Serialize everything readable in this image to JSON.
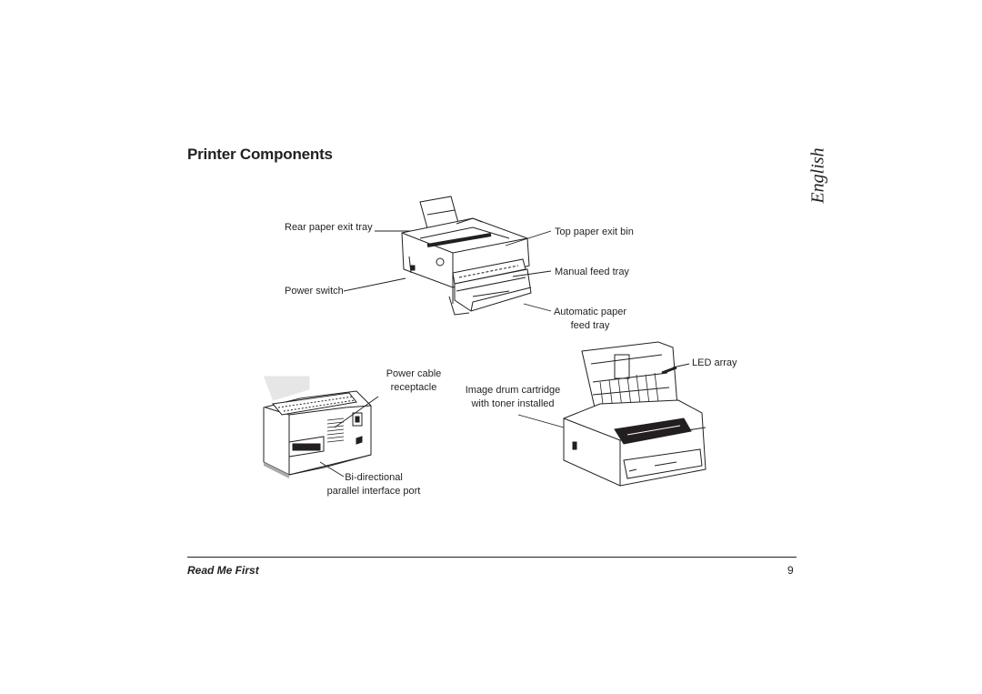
{
  "page": {
    "title": "Printer Components",
    "language_tab": "English"
  },
  "labels": {
    "rear_paper_exit_tray": "Rear paper exit tray",
    "top_paper_exit_bin": "Top paper exit bin",
    "manual_feed_tray": "Manual feed tray",
    "power_switch": "Power switch",
    "automatic_paper_feed_tray": [
      "Automatic paper",
      "feed tray"
    ],
    "power_cable_receptacle": [
      "Power cable",
      "receptacle"
    ],
    "led_array": "LED array",
    "image_drum_cartridge": [
      "Image drum cartridge",
      "with toner installed"
    ],
    "parallel_interface_port": [
      "Bi-directional",
      "parallel interface port"
    ]
  },
  "footer": {
    "title": "Read Me First",
    "page_number": "9"
  }
}
